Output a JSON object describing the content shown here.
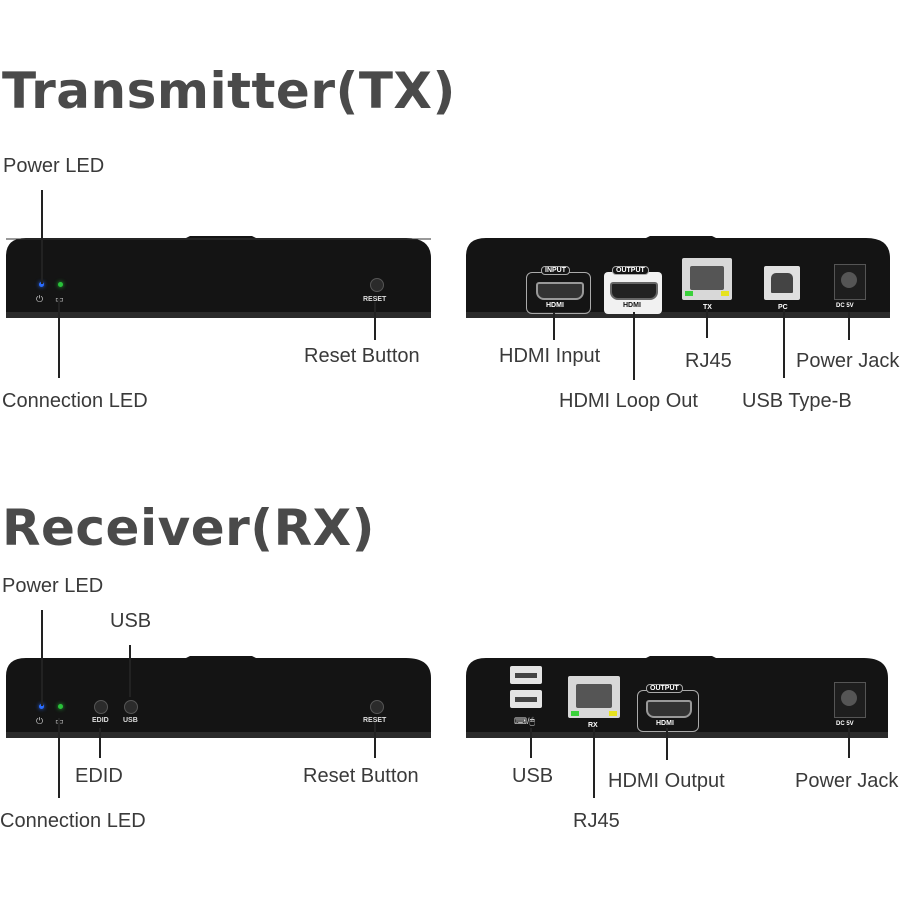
{
  "tx": {
    "title": "Transmitter(TX)",
    "labels": {
      "power_led": "Power LED",
      "connection_led": "Connection LED",
      "reset_button": "Reset Button",
      "hdmi_input": "HDMI Input",
      "hdmi_loop_out": "HDMI Loop Out",
      "rj45": "RJ45",
      "usb_type_b": "USB Type-B",
      "power_jack": "Power Jack"
    },
    "panel_text": {
      "reset": "RESET",
      "input": "INPUT",
      "output": "OUTPUT",
      "hdmi": "HDMI",
      "tx": "TX",
      "pc": "PC",
      "dc": "DC 5V"
    }
  },
  "rx": {
    "title": "Receiver(RX)",
    "labels": {
      "power_led": "Power LED",
      "usb_top": "USB",
      "edid": "EDID",
      "connection_led": "Connection LED",
      "reset_button": "Reset Button",
      "usb": "USB",
      "rj45": "RJ45",
      "hdmi_output": "HDMI Output",
      "power_jack": "Power Jack"
    },
    "panel_text": {
      "edid": "EDID",
      "usb": "USB",
      "reset": "RESET",
      "rx": "RX",
      "output": "OUTPUT",
      "hdmi": "HDMI",
      "dc": "DC 5V"
    }
  },
  "colors": {
    "device_body": "#141414",
    "power_led": "#2a6cff",
    "connection_led": "#29c23a",
    "rj45_led_green": "#3bd13b",
    "rj45_led_yellow": "#e6e21f"
  }
}
